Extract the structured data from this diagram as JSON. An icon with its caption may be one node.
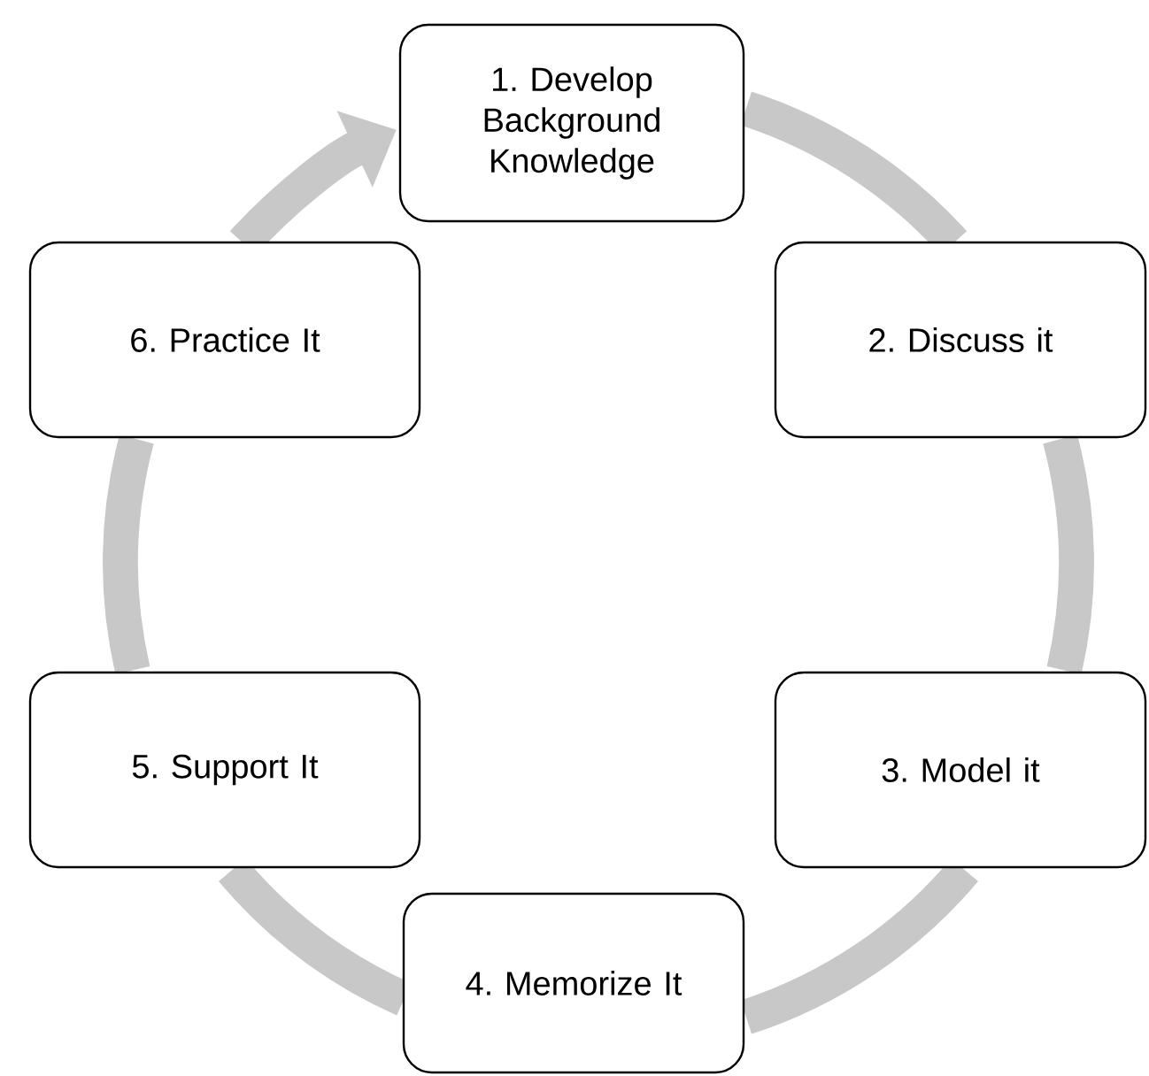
{
  "diagram": {
    "nodes": [
      {
        "text": [
          "1. Develop Background Knowledge"
        ]
      },
      {
        "text": [
          "2. Discuss it"
        ]
      },
      {
        "text": [
          "3. Model it"
        ]
      },
      {
        "text": [
          "4. Memorize It"
        ]
      },
      {
        "text": [
          "5. Support It"
        ]
      },
      {
        "text": [
          "6. Practice It"
        ]
      }
    ],
    "edges": [
      {
        "from": 0,
        "to": 1,
        "arrow": "none"
      },
      {
        "from": 1,
        "to": 2,
        "arrow": "none"
      },
      {
        "from": 2,
        "to": 3,
        "arrow": "none"
      },
      {
        "from": 3,
        "to": 4,
        "arrow": "none"
      },
      {
        "from": 4,
        "to": 5,
        "arrow": "none"
      },
      {
        "from": 5,
        "to": 0,
        "arrow": "to"
      }
    ]
  }
}
